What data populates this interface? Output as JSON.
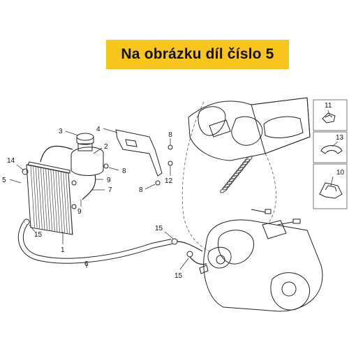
{
  "banner": {
    "text": "Na obrázku díl číslo 5"
  },
  "callouts": {
    "c1": "1",
    "c2": "2",
    "c3": "3",
    "c4": "4",
    "c5": "5",
    "c6": "6",
    "c7": "7",
    "c8a": "8",
    "c8b": "8",
    "c8c": "8",
    "c9a": "9",
    "c9b": "9",
    "c10": "10",
    "c11": "11",
    "c12": "12",
    "c13": "13",
    "c14": "14",
    "c15a": "15",
    "c15b": "15",
    "c15c": "15"
  },
  "colors": {
    "banner_bg": "#f7c51b",
    "banner_text": "#111111",
    "line": "#222222"
  }
}
